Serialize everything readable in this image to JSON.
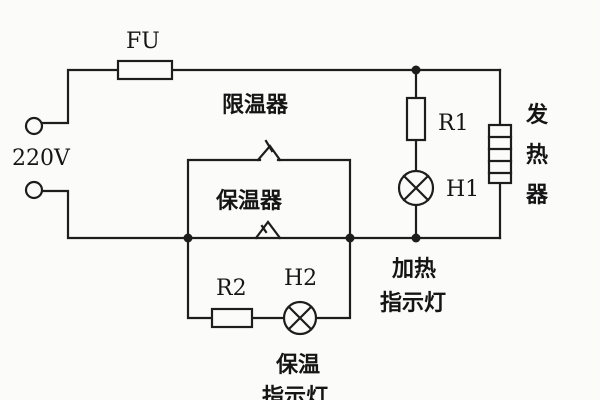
{
  "diagram": {
    "supply": {
      "label": "220V"
    },
    "fuse": {
      "label": "FU"
    },
    "thermostat_limit": {
      "label": "限温器"
    },
    "thermostat_keep": {
      "label": "保温器"
    },
    "r1": {
      "label": "R1"
    },
    "h1": {
      "label": "H1"
    },
    "heater": {
      "label_chars": [
        "发",
        "热",
        "器"
      ]
    },
    "heat_indicator": {
      "line1": "加热",
      "line2": "指示灯"
    },
    "r2": {
      "label": "R2"
    },
    "h2": {
      "label": "H2"
    },
    "warm_indicator": {
      "line1": "保温",
      "line2": "指示灯"
    }
  }
}
